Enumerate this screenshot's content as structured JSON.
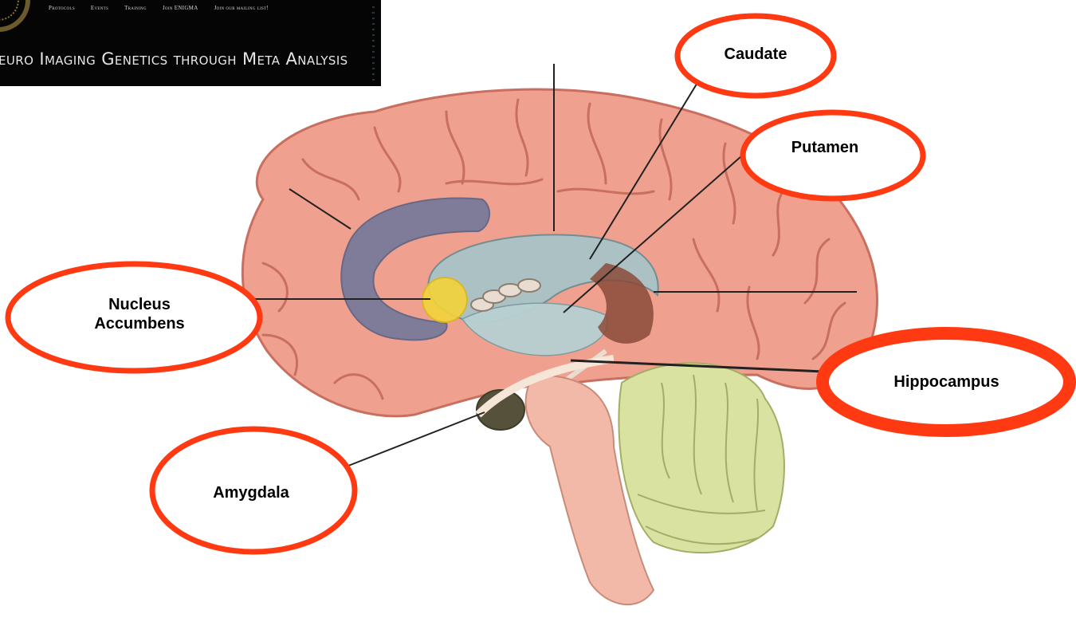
{
  "banner": {
    "nav_items": [
      "Protocols",
      "Events",
      "Training",
      "Join ENIGMA",
      "Join our mailing list!"
    ],
    "tagline": "euro Imaging Genetics through Meta Analysis"
  },
  "labels": {
    "caudate": "Caudate",
    "putamen": "Putamen",
    "nucleus_accumbens_line1": "Nucleus",
    "nucleus_accumbens_line2": "Accumbens",
    "hippocampus": "Hippocampus",
    "amygdala": "Amygdala"
  },
  "colors": {
    "highlight_ring": "#ff3a12",
    "brain_tissue": "#f0a08e",
    "gyri_outline": "#c86f60",
    "cingulate": "#7f7c9a",
    "ventricle": "#a9c3c7",
    "nucleus_accumbens": "#f3d33a",
    "amygdala": "#55513a",
    "cerebellum": "#d9e2a0",
    "brainstem": "#f2b9a8"
  }
}
